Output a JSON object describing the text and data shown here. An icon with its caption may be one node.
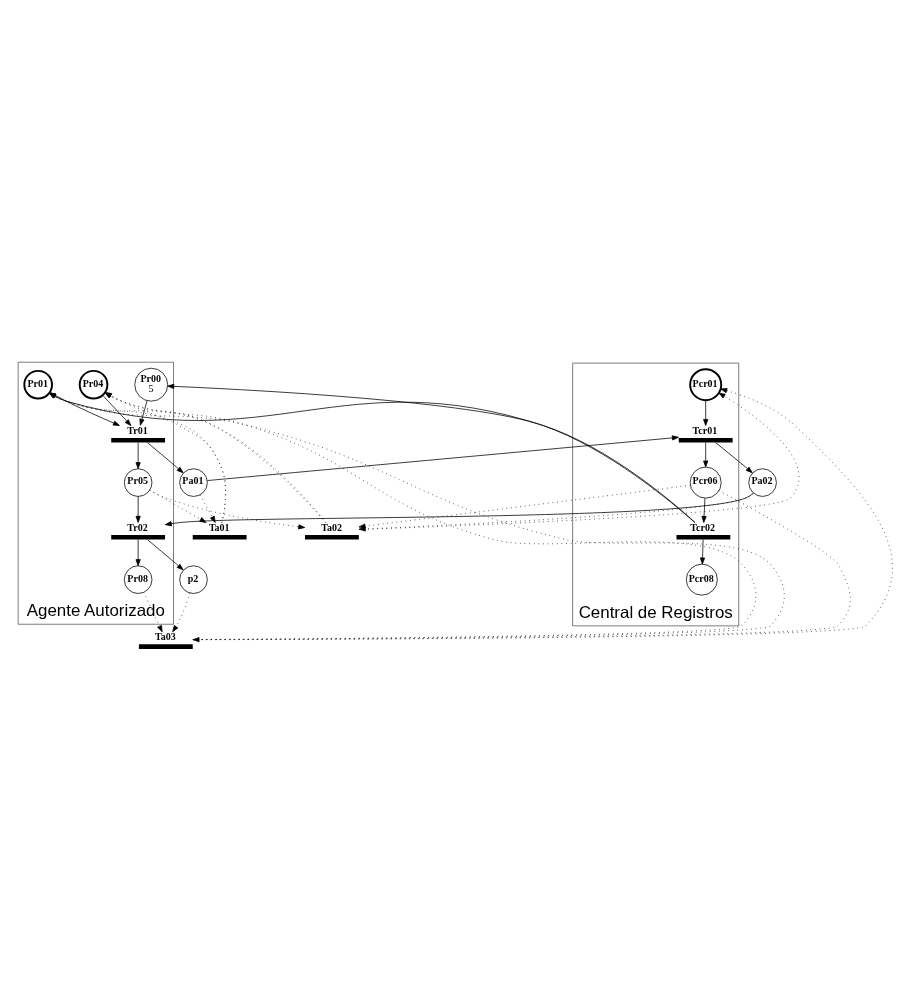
{
  "diagram": {
    "nodes": [
      {
        "text": [
          "Agente Autorizado"
        ]
      },
      {
        "text": [
          "Pr00",
          "5"
        ],
        "in": 0
      },
      {
        "text": [
          "Pr04"
        ],
        "in": 0
      },
      {
        "text": [
          "Pr01"
        ],
        "in": 0
      },
      {
        "text": [
          "Tr01"
        ],
        "in": 0
      },
      {
        "text": [
          "Pr05"
        ],
        "in": 0
      },
      {
        "text": [
          "Tr02"
        ],
        "in": 0
      },
      {
        "text": [
          "Pr08"
        ],
        "in": 0
      },
      {
        "text": [
          "Central de Registros"
        ]
      },
      {
        "text": [
          "Pcr01"
        ],
        "in": 8
      },
      {
        "text": [
          "Tcr01"
        ],
        "in": 8
      },
      {
        "text": [
          "Pcr06"
        ],
        "in": 8
      },
      {
        "text": [
          "Tcr02"
        ],
        "in": 8
      },
      {
        "text": [
          "Pcr08"
        ],
        "in": 8
      },
      {
        "text": [
          "Ta01"
        ]
      },
      {
        "text": [
          "Pa01"
        ]
      },
      {
        "text": [
          "Ta02"
        ]
      },
      {
        "text": [
          "Pa02"
        ]
      },
      {
        "text": [
          "Ta03"
        ]
      },
      {
        "text": [
          "p2"
        ]
      }
    ],
    "edges": [
      {
        "from": 1,
        "to": 4,
        "arrow": "to"
      },
      {
        "from": 2,
        "to": 4,
        "arrow": "to"
      },
      {
        "from": 3,
        "to": 4,
        "arrow": "to"
      },
      {
        "from": 4,
        "to": 5,
        "arrow": "to"
      },
      {
        "from": 4,
        "to": 15,
        "arrow": "to"
      },
      {
        "from": 5,
        "to": 6,
        "arrow": "to"
      },
      {
        "from": 17,
        "to": 6,
        "arrow": "to"
      },
      {
        "from": 6,
        "to": 7,
        "arrow": "to"
      },
      {
        "from": 6,
        "to": 19,
        "arrow": "to"
      },
      {
        "from": 15,
        "to": 10,
        "arrow": "to"
      },
      {
        "from": 9,
        "to": 10,
        "arrow": "to"
      },
      {
        "from": 10,
        "to": 17,
        "arrow": "to"
      },
      {
        "from": 10,
        "to": 11,
        "arrow": "to"
      },
      {
        "from": 11,
        "to": 12,
        "arrow": "to"
      },
      {
        "from": 12,
        "to": 13,
        "arrow": "to"
      },
      {
        "from": 12,
        "to": 1,
        "arrow": "to"
      },
      {
        "from": 12,
        "to": 3,
        "arrow": "to"
      },
      {
        "from": 14,
        "to": 2,
        "arrow": "to",
        "style": "dashed"
      },
      {
        "from": 18,
        "to": 2,
        "arrow": "to",
        "style": "dashed"
      },
      {
        "from": 16,
        "to": 2,
        "arrow": "to",
        "style": "dashed"
      },
      {
        "from": 14,
        "to": 3,
        "arrow": "to",
        "style": "dashed"
      },
      {
        "from": 18,
        "to": 3,
        "arrow": "to",
        "style": "dashed"
      },
      {
        "from": 16,
        "to": 3,
        "arrow": "to",
        "style": "dashed"
      },
      {
        "from": 16,
        "to": 9,
        "arrow": "to",
        "style": "dashed"
      },
      {
        "from": 18,
        "to": 9,
        "arrow": "to",
        "style": "dashed"
      },
      {
        "from": 5,
        "to": 14,
        "arrow": "to",
        "style": "dashed"
      },
      {
        "from": 15,
        "to": 14,
        "arrow": "to",
        "style": "dashed"
      },
      {
        "from": 5,
        "to": 16,
        "arrow": "to",
        "style": "dashed"
      },
      {
        "from": 17,
        "to": 16,
        "arrow": "to",
        "style": "dashed"
      },
      {
        "from": 11,
        "to": 16,
        "arrow": "to",
        "style": "dashed"
      },
      {
        "from": 7,
        "to": 18,
        "arrow": "to",
        "style": "dashed"
      },
      {
        "from": 19,
        "to": 18,
        "arrow": "to",
        "style": "dashed"
      },
      {
        "from": 11,
        "to": 18,
        "arrow": "to",
        "style": "dashed"
      }
    ]
  }
}
